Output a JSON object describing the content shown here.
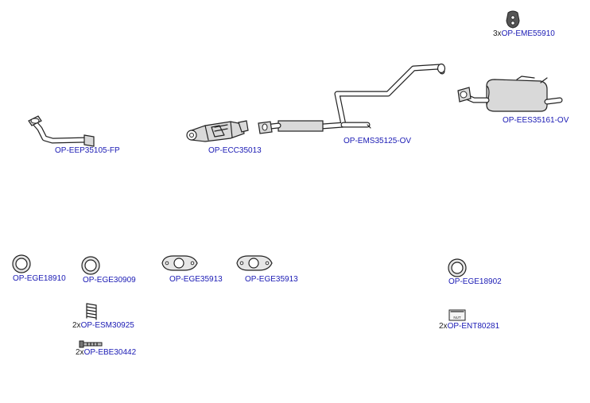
{
  "parts": [
    {
      "id": "flex-pipe",
      "quantity": "",
      "code": "OP-EEP35105-FP"
    },
    {
      "id": "catalyst",
      "quantity": "",
      "code": "OP-ECC35013"
    },
    {
      "id": "middle-silencer",
      "quantity": "",
      "code": "OP-EMS35125-OV"
    },
    {
      "id": "rear-silencer",
      "quantity": "",
      "code": "OP-EES35161-OV"
    },
    {
      "id": "rubber-mount",
      "quantity": "3x",
      "code": "OP-EME55910"
    },
    {
      "id": "gasket-1",
      "quantity": "",
      "code": "OP-EGE18910"
    },
    {
      "id": "gasket-2",
      "quantity": "",
      "code": "OP-EGE30909"
    },
    {
      "id": "gasket-3",
      "quantity": "",
      "code": "OP-EGE35913"
    },
    {
      "id": "gasket-4",
      "quantity": "",
      "code": "OP-EGE35913"
    },
    {
      "id": "gasket-5",
      "quantity": "",
      "code": "OP-EGE18902"
    },
    {
      "id": "spring",
      "quantity": "2x",
      "code": "OP-ESM30925"
    },
    {
      "id": "bolt",
      "quantity": "2x",
      "code": "OP-EBE30442"
    },
    {
      "id": "nut-kit",
      "quantity": "2x",
      "code": "OP-ENT80281"
    }
  ],
  "nut_kit_box_text": "NUT",
  "colors": {
    "label": "#1a1ab4",
    "quantity": "#222222",
    "stroke": "#222222",
    "fill": "#d9d9d9"
  }
}
